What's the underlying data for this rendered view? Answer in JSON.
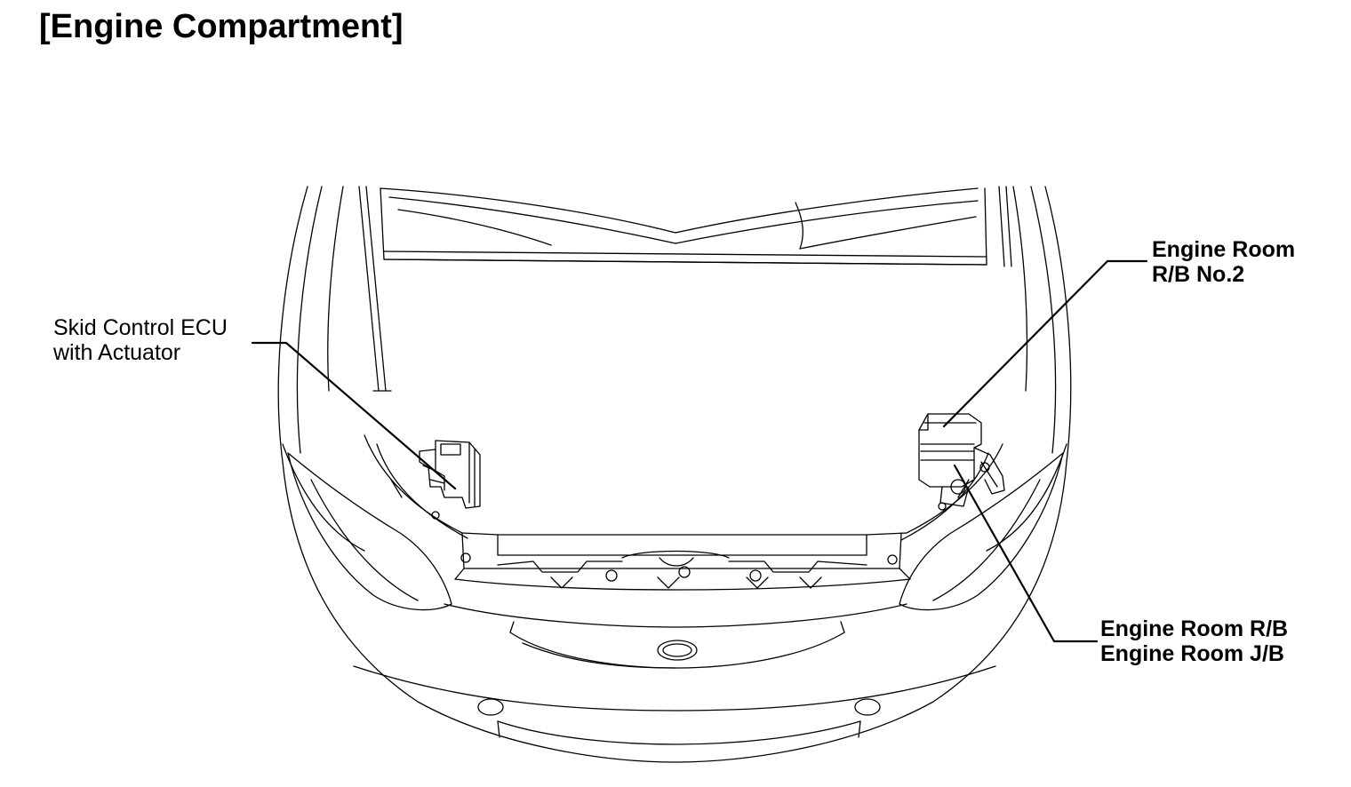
{
  "title": "[Engine Compartment]",
  "labels": {
    "skid_ecu": {
      "line1": "Skid Control ECU",
      "line2": "with Actuator"
    },
    "rb_no2": {
      "line1": "Engine Room",
      "line2": "R/B No.2"
    },
    "rb_jb": {
      "line1": "Engine Room R/B",
      "line2": "Engine Room J/B"
    }
  },
  "colors": {
    "ink": "#000000",
    "paper": "#ffffff"
  }
}
